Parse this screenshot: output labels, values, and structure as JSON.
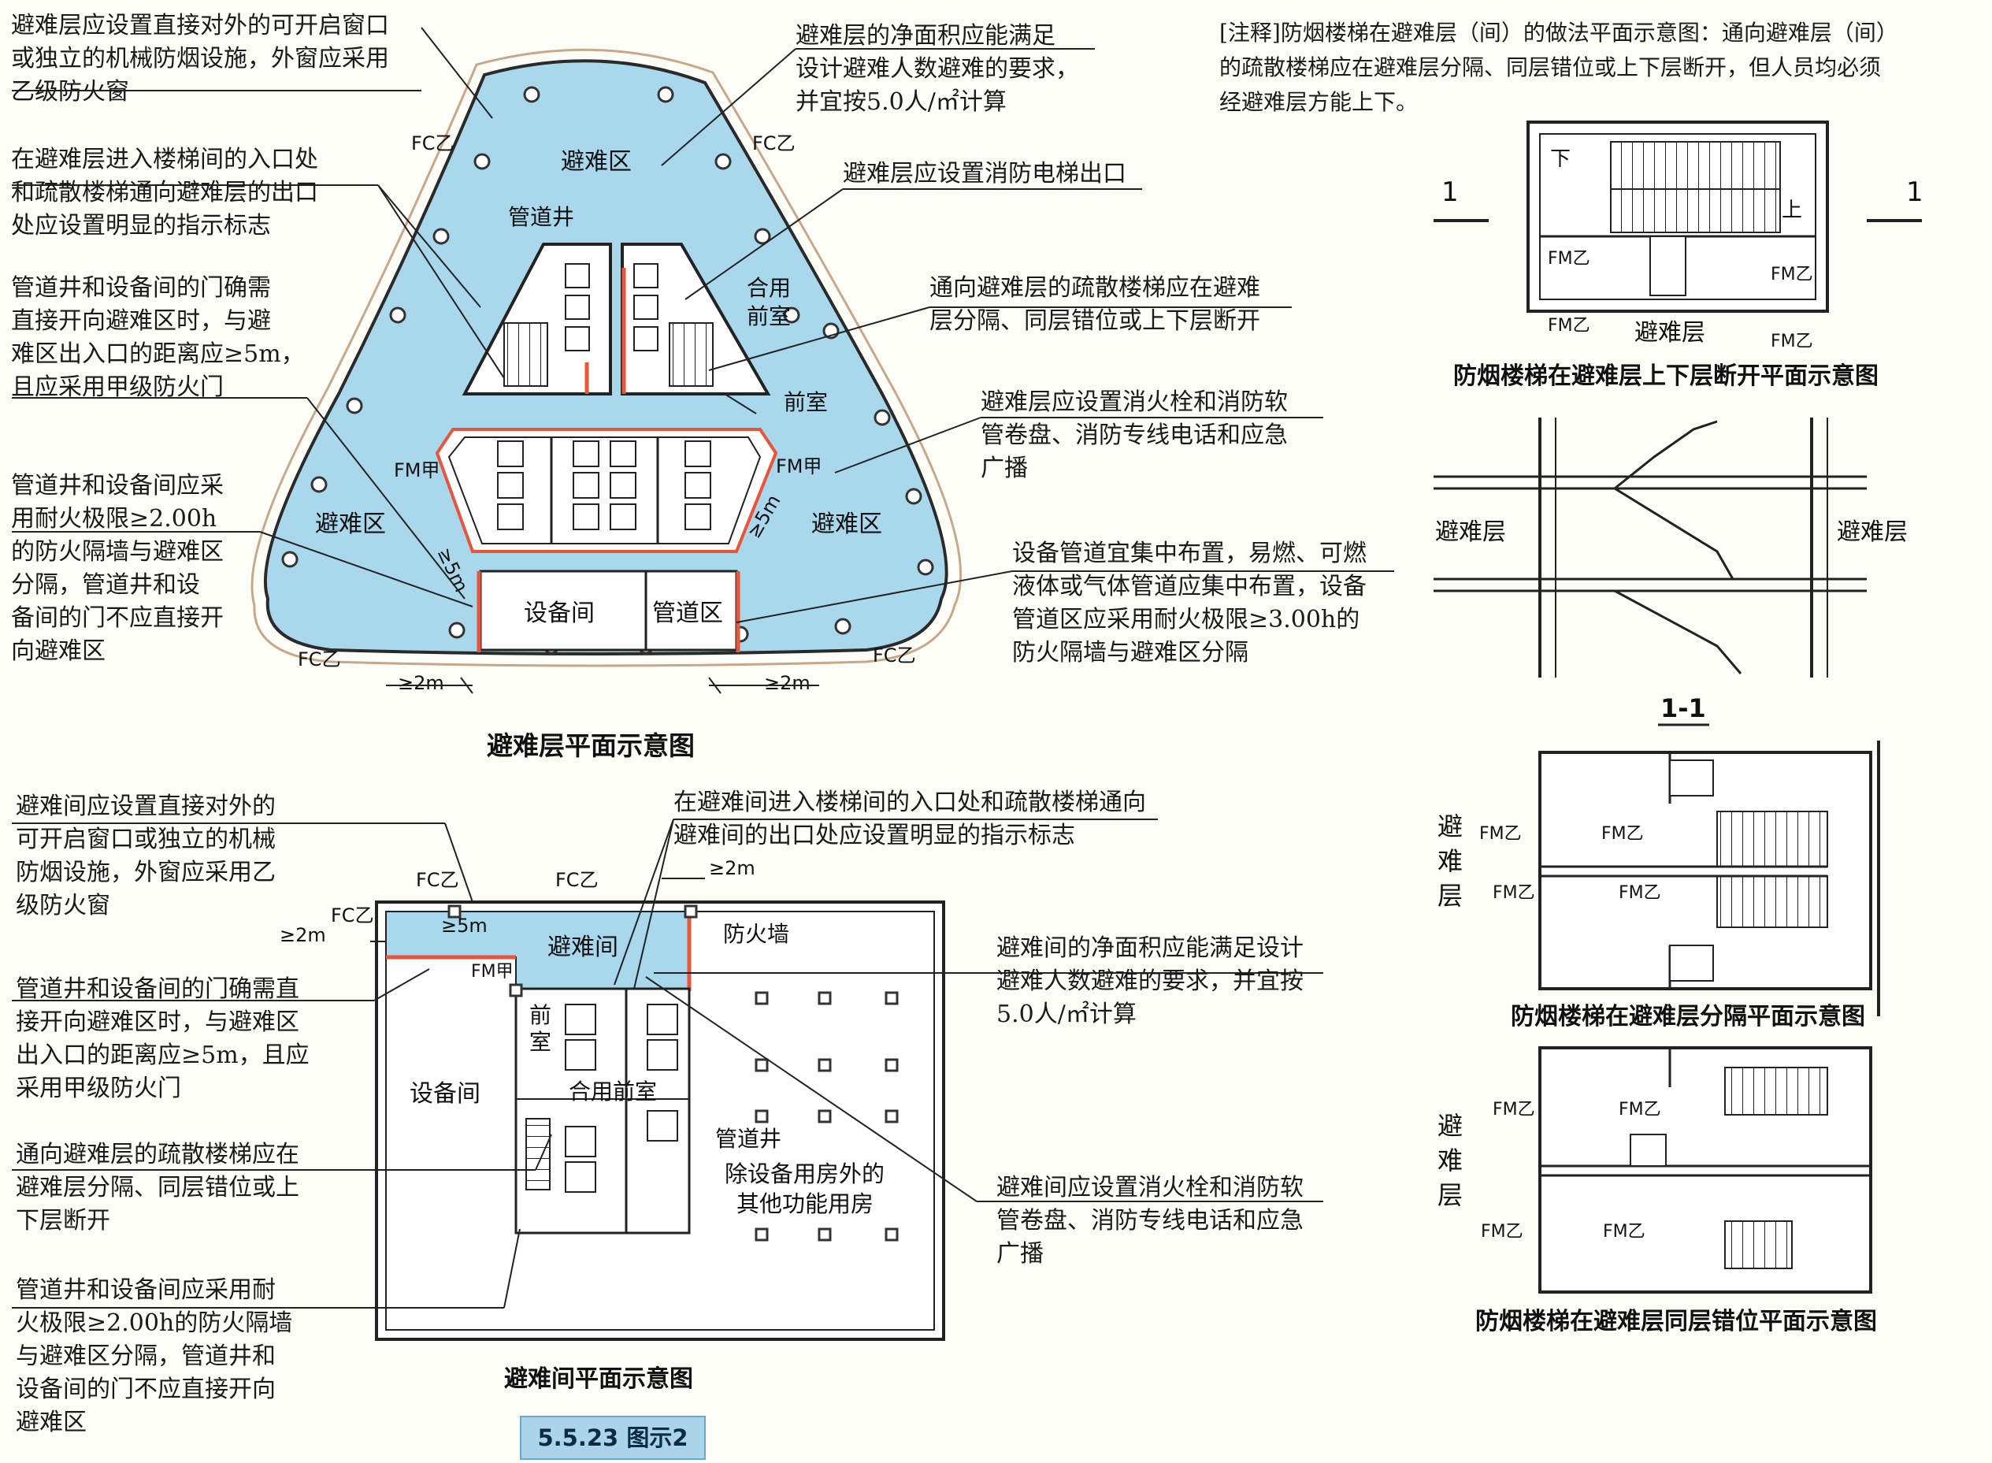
{
  "colors": {
    "refuge_fill": "#a9d7ec",
    "fire_wall": "#e8553a",
    "line": "#222222"
  },
  "top_plan": {
    "caption": "避难层平面示意图",
    "refuge_zone_top": "避难区",
    "refuge_zone_left": "避难区",
    "refuge_zone_right": "避难区",
    "pipe_shaft": "管道井",
    "shared_anteroom": "合用\n前室",
    "anteroom": "前室",
    "equipment_room": "设备间",
    "pipe_zone": "管道区",
    "fc_b": "FC乙",
    "fm_a": "FM甲",
    "dim_5m": "≥5m",
    "dim_2m": "≥2m",
    "notes": [
      "避难层应设置直接对外的可开启窗口\n或独立的机械防烟设施，外窗应采用\n乙级防火窗",
      "在避难层进入楼梯间的入口处\n和疏散楼梯通向避难层的出口\n处应设置明显的指示标志",
      "管道井和设备间的门确需\n直接开向避难区时，与避\n难区出入口的距离应≥5m，\n且应采用甲级防火门",
      "管道井和设备间应采\n用耐火极限≥2.00h\n的防火隔墙与避难区\n分隔，管道井和设\n备间的门不应直接开\n向避难区",
      "避难层的净面积应能满足\n设计避难人数避难的要求，\n并宜按5.0人/㎡计算",
      "避难层应设置消防电梯出口",
      "通向避难层的疏散楼梯应在避难\n层分隔、同层错位或上下层断开",
      "避难层应设置消火栓和消防软\n管卷盘、消防专线电话和应急\n广播",
      "设备管道宜集中布置，易燃、可燃\n液体或气体管道应集中布置，设备\n管道区应采用耐火极限≥3.00h的\n防火隔墙与避难区分隔"
    ]
  },
  "bottom_plan": {
    "caption": "避难间平面示意图",
    "refuge_room": "避难间",
    "fire_wall": "防火墙",
    "anteroom": "前\n室",
    "shared_anteroom": "合用前室",
    "equipment_room": "设备间",
    "pipe_shaft": "管道井",
    "other_rooms": "除设备用房外的\n其他功能用房",
    "fc_b": "FC乙",
    "fm_a": "FM甲",
    "dim_5m": "≥5m",
    "dim_2m": "≥2m",
    "notes": [
      "避难间应设置直接对外的\n可开启窗口或独立的机械\n防烟设施，外窗应采用乙\n级防火窗",
      "管道井和设备间的门确需直\n接开向避难区时，与避难区\n出入口的距离应≥5m，且应\n采用甲级防火门",
      "通向避难层的疏散楼梯应在\n避难层分隔、同层错位或上\n下层断开",
      "管道井和设备间应采用耐\n火极限≥2.00h的防火隔墙\n与避难区分隔，管道井和\n设备间的门不应直接开向\n避难区",
      "在避难间进入楼梯间的入口处和疏散楼梯通向\n避难间的出口处应设置明显的指示标志",
      "避难间的净面积应能满足设计\n避难人数避难的要求，并宜按\n5.0人/㎡计算",
      "避难间应设置消火栓和消防软\n管卷盘、消防专线电话和应急\n广播"
    ]
  },
  "right_panel": {
    "annotation": "[注释]防烟楼梯在避难层（间）的做法平面示意图：通向避难层（间）\n的疏散楼梯应在避难层分隔、同层错位或上下层断开，但人员均必须\n经避难层方能上下。",
    "d1_caption": "防烟楼梯在避难层上下层断开平面示意图",
    "down": "下",
    "up": "上",
    "section_mark": "1",
    "fm_b": "FM乙",
    "refuge_floor": "避难层",
    "section_label": "1-1",
    "refuge_floor_v": "避\n难\n层",
    "d3_caption": "防烟楼梯在避难层分隔平面示意图",
    "d4_caption": "防烟楼梯在避难层同层错位平面示意图"
  },
  "badge": "5.5.23 图示2"
}
